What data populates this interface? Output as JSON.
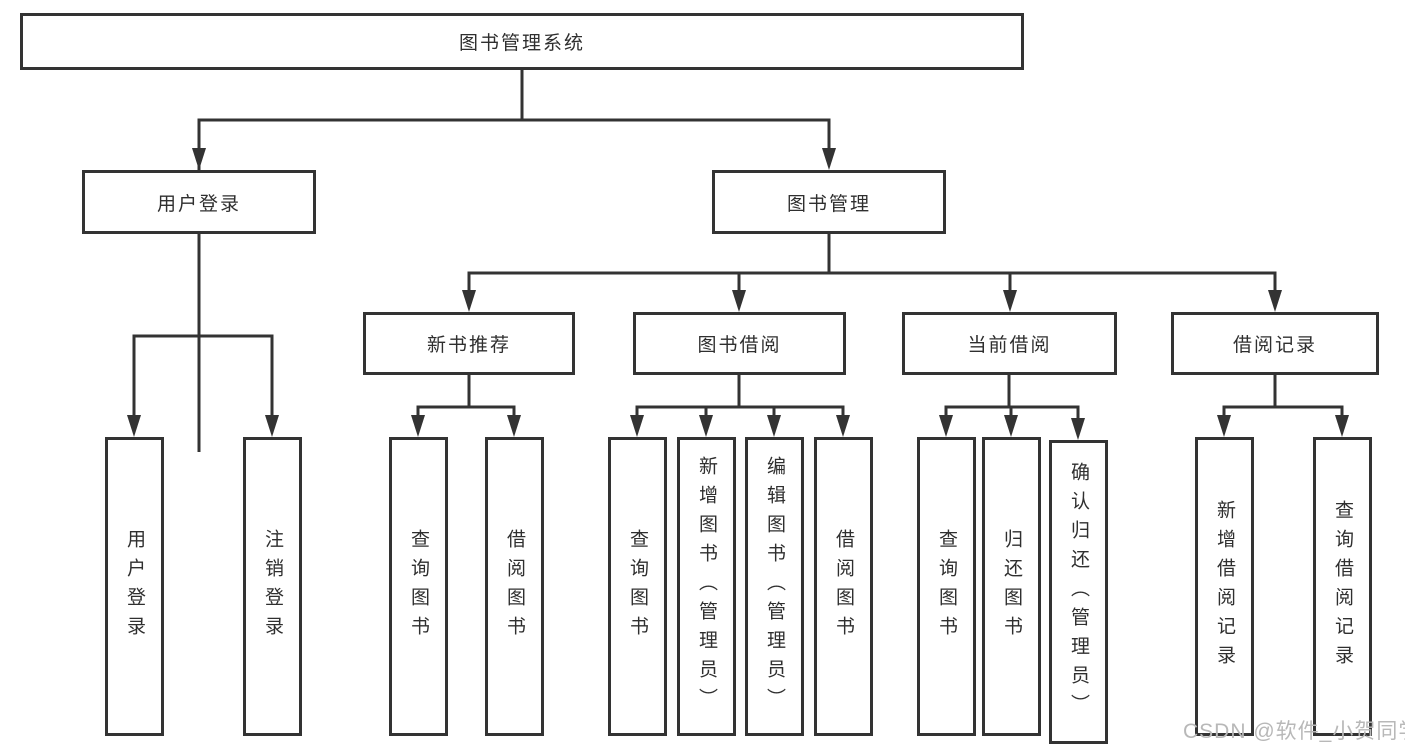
{
  "diagram": {
    "root": {
      "label": "图书管理系统"
    },
    "level2": [
      {
        "label": "用户登录"
      },
      {
        "label": "图书管理"
      }
    ],
    "level3": [
      {
        "label": "新书推荐"
      },
      {
        "label": "图书借阅"
      },
      {
        "label": "当前借阅"
      },
      {
        "label": "借阅记录"
      }
    ],
    "leaves": [
      {
        "label": "用户登录"
      },
      {
        "label": "注销登录"
      },
      {
        "label": "查询图书"
      },
      {
        "label": "借阅图书"
      },
      {
        "label": "查询图书"
      },
      {
        "label": "新增图书（管理员）"
      },
      {
        "label": "编辑图书（管理员）"
      },
      {
        "label": "借阅图书"
      },
      {
        "label": "查询图书"
      },
      {
        "label": "归还图书"
      },
      {
        "label": "确认归还（管理员）"
      },
      {
        "label": "新增借阅记录"
      },
      {
        "label": "查询借阅记录"
      }
    ]
  },
  "watermark": {
    "text": "CSDN @软件_小贺同学"
  },
  "colors": {
    "line": "#333333",
    "text": "#2f2f2f",
    "background": "#ffffff",
    "watermark": "#b8b8b8"
  }
}
